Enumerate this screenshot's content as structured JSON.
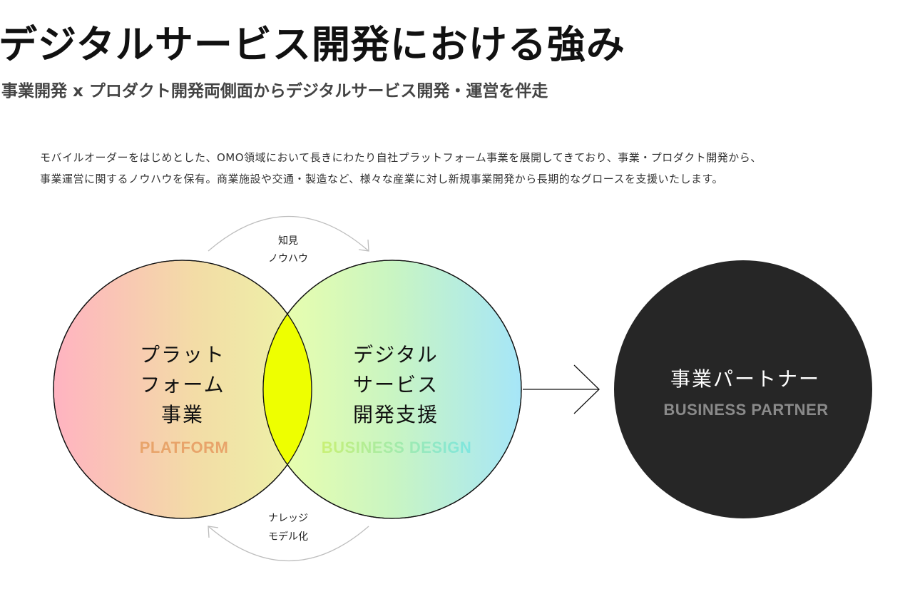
{
  "header": {
    "title": "デジタルサービス開発における強み",
    "subtitle": "事業開発 x プロダクト開発両側面からデジタルサービス開発・運営を伴走"
  },
  "description": {
    "line1": "モバイルオーダーをはじめとした、OMO領域において長きにわたり自社プラットフォーム事業を展開してきており、事業・プロダクト開発から、",
    "line2": "事業運営に関するノウハウを保有。商業施設や交通・製造など、様々な産業に対し新規事業開発から長期的なグロースを支援いたします。"
  },
  "diagram": {
    "top_arrow": {
      "line1": "知見",
      "line2": "ノウハウ"
    },
    "bottom_arrow": {
      "line1": "ナレッジ",
      "line2": "モデル化"
    },
    "left_circle": {
      "line1": "プラット",
      "line2": "フォーム",
      "line3": "事業",
      "en": "PLATFORM",
      "en_color": "#e8a46a",
      "gradient": [
        "#ffb3c1",
        "#f3dca6",
        "#ecf5a8"
      ]
    },
    "right_circle": {
      "line1": "デジタル",
      "line2": "サービス",
      "line3": "開発支援",
      "en": "BUSINESS DESIGN",
      "gradient": [
        "#eeffaa",
        "#c9f5c2",
        "#a6e6f8"
      ],
      "en_gradient": [
        "#c9f075",
        "#7ee6e0"
      ]
    },
    "overlap_color": "#eeff00",
    "partner": {
      "jp": "事業パートナー",
      "en": "BUSINESS PARTNER",
      "fill": "#262626",
      "en_color": "#8a8a8a"
    }
  }
}
